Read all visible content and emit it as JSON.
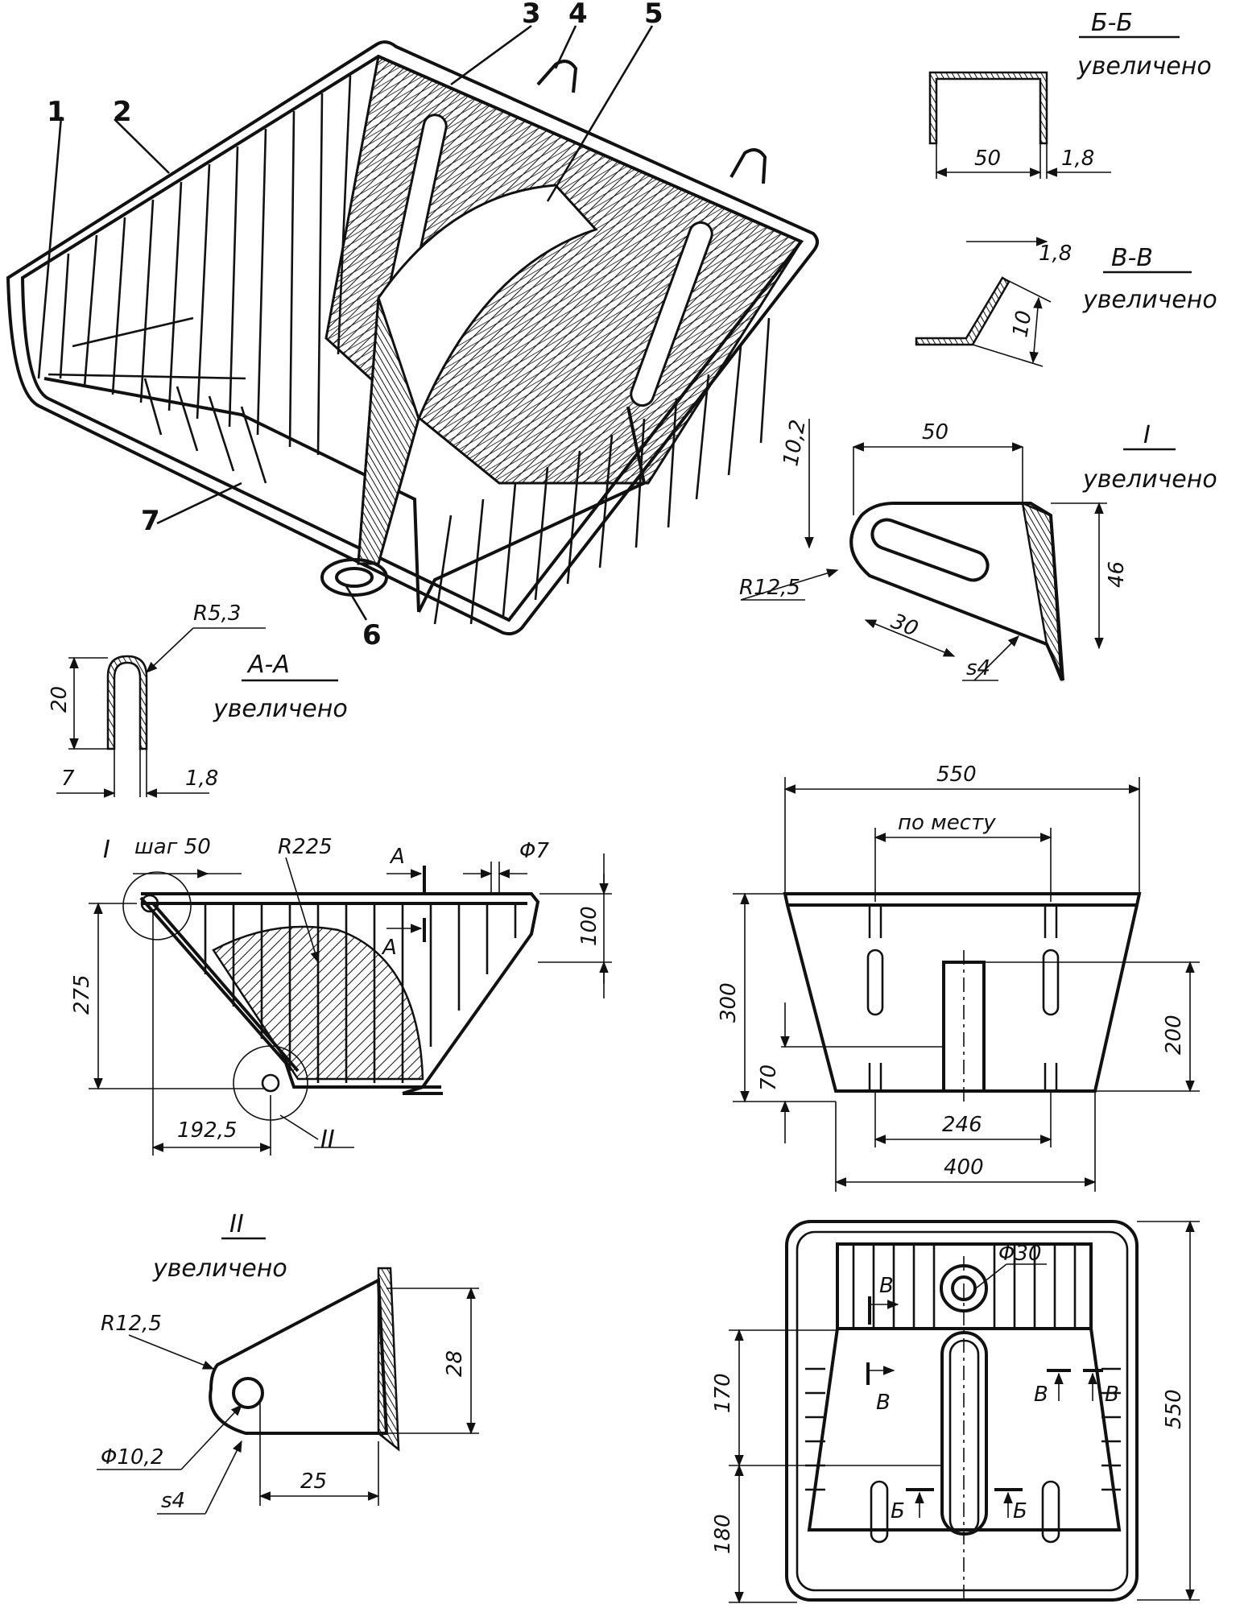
{
  "part_labels": [
    "1",
    "2",
    "3",
    "4",
    "5",
    "6",
    "7"
  ],
  "section_bb": {
    "title": "Б-Б",
    "subtitle": "увеличено",
    "dims": [
      "50",
      "1,8"
    ]
  },
  "section_vv": {
    "title": "В-В",
    "subtitle": "увеличено",
    "dims": [
      "1,8",
      "10"
    ]
  },
  "detail_1": {
    "title": "I",
    "subtitle": "увеличено",
    "dims": [
      "10,2",
      "50",
      "R12,5",
      "30",
      "46",
      "s4"
    ]
  },
  "section_aa": {
    "title": "А-А",
    "subtitle": "увеличено",
    "dims": [
      "R5,3",
      "20",
      "7",
      "1,8"
    ]
  },
  "side_view": {
    "callouts": [
      "I",
      "II"
    ],
    "dims": [
      "шаг 50",
      "R225",
      "А",
      "А",
      "Φ7",
      "100",
      "275",
      "192,5"
    ]
  },
  "front_view": {
    "dims": [
      "550",
      "по месту",
      "300",
      "200",
      "70",
      "246",
      "400"
    ]
  },
  "detail_2": {
    "title": "II",
    "subtitle": "увеличено",
    "dims": [
      "R12,5",
      "28",
      "Φ10,2",
      "s4",
      "25"
    ]
  },
  "top_view": {
    "dims": [
      "Φ30",
      "170",
      "180",
      "550"
    ],
    "section_marks": [
      "В",
      "В",
      "В",
      "В",
      "Б",
      "Б"
    ]
  }
}
